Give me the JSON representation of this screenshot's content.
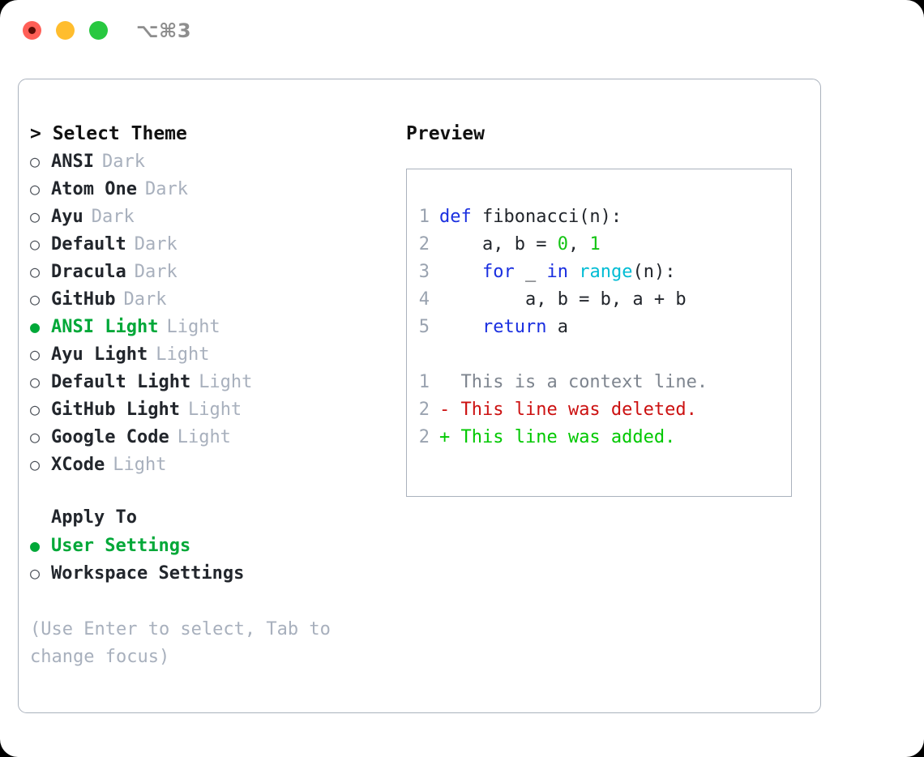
{
  "titlebar": {
    "shortcut_label": "⌥⌘3",
    "buttons": [
      {
        "name": "close",
        "color": "#ff5f57"
      },
      {
        "name": "minimize",
        "color": "#ffbd2e"
      },
      {
        "name": "maximize",
        "color": "#28c840"
      }
    ]
  },
  "theme_selector": {
    "heading": "> Select Theme",
    "items": [
      {
        "name": "ANSI",
        "kind": "Dark",
        "selected": false,
        "bullet": "○"
      },
      {
        "name": "Atom One",
        "kind": "Dark",
        "selected": false,
        "bullet": "○"
      },
      {
        "name": "Ayu",
        "kind": "Dark",
        "selected": false,
        "bullet": "○"
      },
      {
        "name": "Default",
        "kind": "Dark",
        "selected": false,
        "bullet": "○"
      },
      {
        "name": "Dracula",
        "kind": "Dark",
        "selected": false,
        "bullet": "○"
      },
      {
        "name": "GitHub",
        "kind": "Dark",
        "selected": false,
        "bullet": "○"
      },
      {
        "name": "ANSI Light",
        "kind": "Light",
        "selected": true,
        "bullet": "●"
      },
      {
        "name": "Ayu Light",
        "kind": "Light",
        "selected": false,
        "bullet": "○"
      },
      {
        "name": "Default Light",
        "kind": "Light",
        "selected": false,
        "bullet": "○"
      },
      {
        "name": "GitHub Light",
        "kind": "Light",
        "selected": false,
        "bullet": "○"
      },
      {
        "name": "Google Code",
        "kind": "Light",
        "selected": false,
        "bullet": "○"
      },
      {
        "name": "XCode",
        "kind": "Light",
        "selected": false,
        "bullet": "○"
      }
    ]
  },
  "apply_to": {
    "heading": "Apply To",
    "options": [
      {
        "label": "User Settings",
        "selected": true,
        "bullet": "●"
      },
      {
        "label": "Workspace Settings",
        "selected": false,
        "bullet": "○"
      }
    ]
  },
  "hint": "(Use Enter to select, Tab to change focus)",
  "preview": {
    "heading": "Preview",
    "code_lines": [
      {
        "lineno": "1",
        "tokens": [
          {
            "text": "def ",
            "type": "kw"
          },
          {
            "text": "fibonacci(n):",
            "type": "plain"
          }
        ]
      },
      {
        "lineno": "2",
        "tokens": [
          {
            "text": "    a, b = ",
            "type": "plain"
          },
          {
            "text": "0",
            "type": "num"
          },
          {
            "text": ", ",
            "type": "plain"
          },
          {
            "text": "1",
            "type": "num"
          }
        ]
      },
      {
        "lineno": "3",
        "tokens": [
          {
            "text": "    ",
            "type": "plain"
          },
          {
            "text": "for",
            "type": "kw"
          },
          {
            "text": " _ ",
            "type": "plain"
          },
          {
            "text": "in",
            "type": "kw"
          },
          {
            "text": " ",
            "type": "plain"
          },
          {
            "text": "range",
            "type": "fn"
          },
          {
            "text": "(n):",
            "type": "plain"
          }
        ]
      },
      {
        "lineno": "4",
        "tokens": [
          {
            "text": "        a, b = b, a + b",
            "type": "plain"
          }
        ]
      },
      {
        "lineno": "5",
        "tokens": [
          {
            "text": "    ",
            "type": "plain"
          },
          {
            "text": "return",
            "type": "kw"
          },
          {
            "text": " a",
            "type": "plain"
          }
        ]
      }
    ],
    "diff_lines": [
      {
        "lineno": "1",
        "marker": " ",
        "text": " This is a context line.",
        "kind": "ctx"
      },
      {
        "lineno": "2",
        "marker": "-",
        "text": " This line was deleted.",
        "kind": "del"
      },
      {
        "lineno": "2",
        "marker": "+",
        "text": " This line was added.",
        "kind": "add"
      }
    ]
  },
  "colors": {
    "accent_green": "#00a838",
    "muted_gray": "#a8b0bd",
    "border": "#aab2bd",
    "keyword_blue": "#1a2fe0",
    "function_cyan": "#00bcd4",
    "number_green": "#13c413",
    "diff_delete_red": "#cc1111",
    "diff_add_green": "#00c800"
  }
}
